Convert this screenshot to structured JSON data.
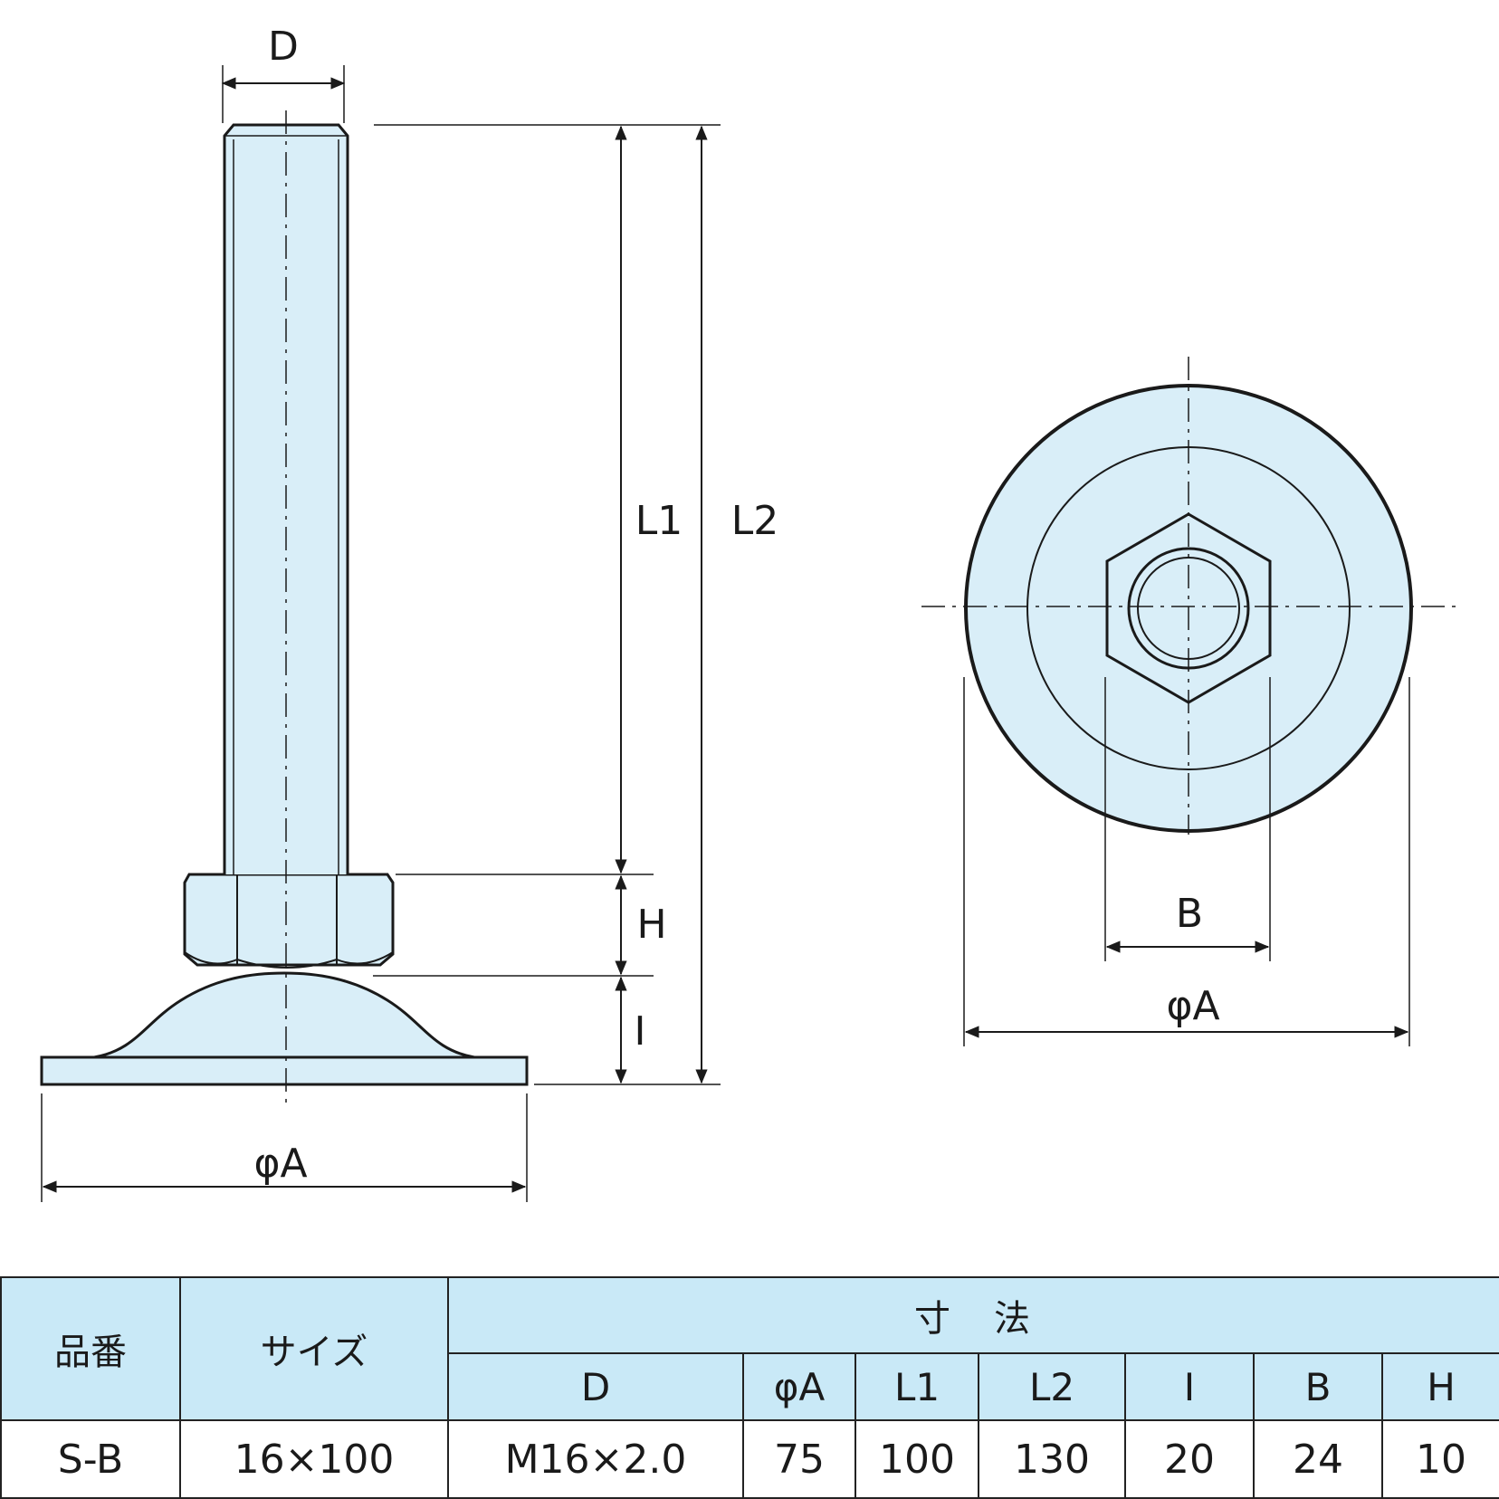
{
  "colors": {
    "part_fill": "#d9eef8",
    "header_fill": "#c9e9f7",
    "line": "#1a1a1a"
  },
  "drawing": {
    "side_view": {
      "labels": {
        "d": "D",
        "l1": "L1",
        "l2": "L2",
        "h": "H",
        "i": "I",
        "phi_a": "φA"
      }
    },
    "top_view": {
      "labels": {
        "b": "B",
        "phi_a": "φA"
      }
    }
  },
  "table": {
    "col_part": "品番",
    "col_size": "サイズ",
    "col_dims": "寸　法",
    "dim_headers": [
      "D",
      "φA",
      "L1",
      "L2",
      "I",
      "B",
      "H"
    ],
    "rows": [
      {
        "part": "S-B",
        "size": "16×100",
        "dims": [
          "M16×2.0",
          "75",
          "100",
          "130",
          "20",
          "24",
          "10"
        ]
      }
    ]
  }
}
